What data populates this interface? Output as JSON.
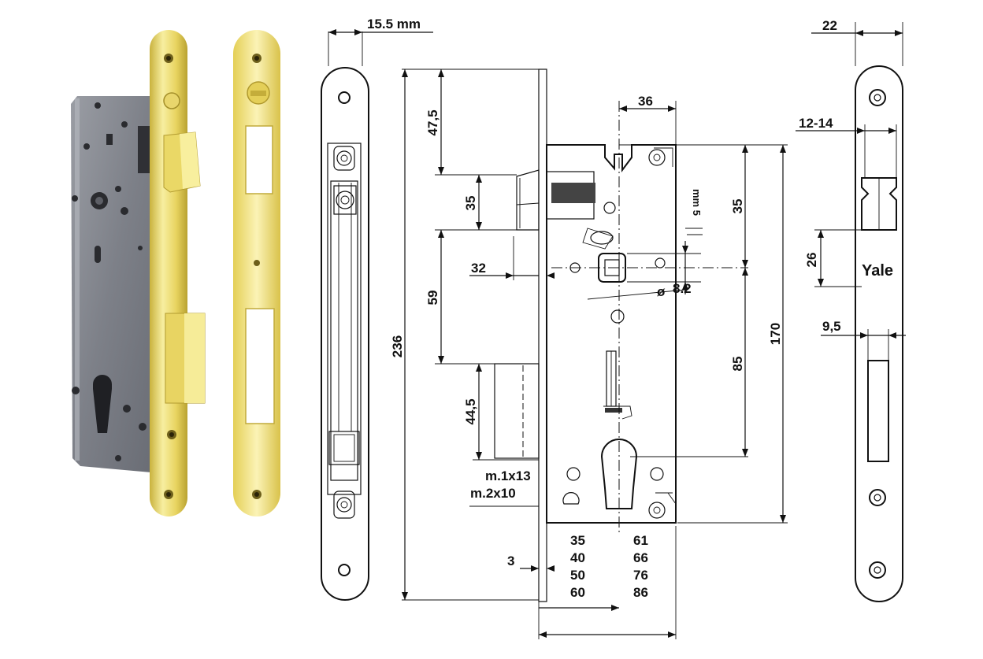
{
  "colors": {
    "brass_light": "#f7eea0",
    "brass_mid": "#e8d460",
    "brass_dark": "#b9a231",
    "lock_body_grey": "#7d8088",
    "line": "#111111"
  },
  "front_view": {
    "thickness_label": "15.5 mm"
  },
  "side_view": {
    "dims": {
      "overall_height": "236",
      "top_to_latch": "47,5",
      "latch_height": "35",
      "latch_offset": "32",
      "latch_to_deadbolt": "59",
      "deadbolt_height": "44,5",
      "follower_to_cylinder": "85",
      "body_height": "170",
      "top_to_follower": "35",
      "backset_top": "36",
      "square_size": "8.2",
      "follower_prefix": "ø",
      "faceplate_thickness": "3",
      "adjust_note": "mm 5"
    },
    "screws": [
      "m.1x13",
      "m.2x10"
    ],
    "backset_table": {
      "column_a": [
        "35",
        "40",
        "50",
        "60"
      ],
      "column_b": [
        "61",
        "66",
        "76",
        "86"
      ]
    }
  },
  "strike_plate": {
    "width_label": "22",
    "slot_width_label": "12-14",
    "offset_label": "26",
    "brand": "Yale",
    "lower_slot_label": "9,5"
  }
}
